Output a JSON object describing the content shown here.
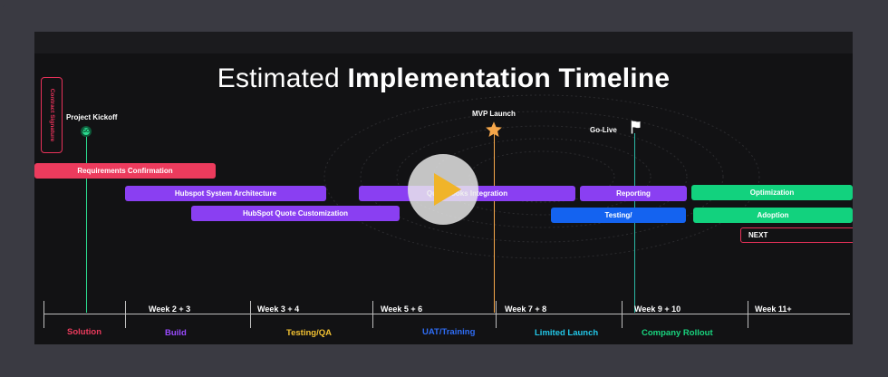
{
  "title": {
    "light": "Estimated ",
    "bold": "Implementation Timeline"
  },
  "contract_signature": "Contract Signature",
  "milestones": {
    "kickoff": {
      "label": "Project Kickoff",
      "dot": "GO"
    },
    "mvp": {
      "label": "MVP Launch"
    },
    "golive": {
      "label": "Go-Live"
    }
  },
  "bars": [
    {
      "label": "Requirements Confirmation",
      "color": "#ec3b5d"
    },
    {
      "label": "Hubspot System Architecture",
      "color": "#8a3ff2"
    },
    {
      "label": "HubSpot Quote Customization",
      "color": "#8a3ff2"
    },
    {
      "label": "Quickbooks Integration",
      "color": "#8a3ff2"
    },
    {
      "label": "Reporting",
      "color": "#8a3ff2"
    },
    {
      "label": "Testing/",
      "color": "#1463f0"
    },
    {
      "label": "Optimization",
      "color": "#12d27e"
    },
    {
      "label": "Adoption",
      "color": "#12d27e"
    }
  ],
  "next_label": "NEXT",
  "weeks": [
    "Week 2 + 3",
    "Week 3 + 4",
    "Week 5 + 6",
    "Week 7 + 8",
    "Week 9 + 10",
    "Week 11+"
  ],
  "phases": [
    {
      "label": "Solution",
      "color": "#ec3b5d"
    },
    {
      "label": "Build",
      "color": "#9a4bff"
    },
    {
      "label": "Testing/QA",
      "color": "#f2c132"
    },
    {
      "label": "UAT/Training",
      "color": "#2f6df6"
    },
    {
      "label": "Limited Launch",
      "color": "#22c7e8"
    },
    {
      "label": "Company Rollout",
      "color": "#19d57f"
    }
  ],
  "colors": {
    "kickoff_line": "#2bd98e",
    "mvp_line": "#f5a64a",
    "golive_line": "#2bb8a5",
    "star": "#f5a64a"
  },
  "icons": {
    "play": "play-icon",
    "star": "star-icon",
    "flag": "flag-icon"
  }
}
